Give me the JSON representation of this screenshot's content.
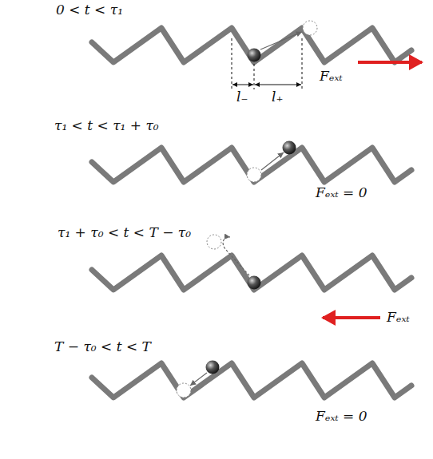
{
  "diagram": {
    "labels": [
      "0 < t < τ₁",
      "l₋",
      "l₊",
      "Fₑₓₜ",
      "τ₁ < t < τ₁ + τ₀",
      "Fₑₓₜ = 0",
      "τ₁ + τ₀ < t < T − τ₀",
      "Fₑₓₜ",
      "T − τ₀ < t < T",
      "Fₑₓₜ = 0"
    ]
  }
}
